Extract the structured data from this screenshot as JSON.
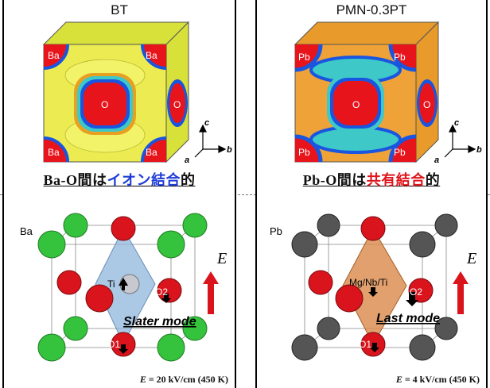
{
  "left": {
    "title": "BT",
    "cube_labels": [
      "Ba",
      "Ba",
      "Ba",
      "Ba",
      "O",
      "O"
    ],
    "caption": {
      "a": "Ba-O間は",
      "b": "イオン結合",
      "c": "的"
    },
    "site_label": "Ba",
    "ti_label": "Ti",
    "o1_label": "O1",
    "o2_label": "O2",
    "mode_label": "Slater mode",
    "field_italic": "E",
    "field_value": " = 20 kV/cm (450 K)"
  },
  "right": {
    "title": "PMN-0.3PT",
    "cube_labels": [
      "Pb",
      "Pb",
      "Pb",
      "Pb",
      "O",
      "O"
    ],
    "caption": {
      "a": "Pb-O間は",
      "b": "共有結合",
      "c": "的"
    },
    "site_label": "Pb",
    "ti_label": "Mg/Nb/Ti",
    "o1_label": "O1",
    "o2_label": "O2",
    "mode_label": "Last mode",
    "field_italic": "E",
    "field_value": " = 4 kV/cm (450 K)"
  },
  "axes": {
    "c": "c",
    "b": "b",
    "a": "a"
  },
  "field_symbol": "E",
  "colors": {
    "contour_red": "#e8141c",
    "contour_blue": "#1a55e0",
    "contour_yellow": "#efef4a",
    "green_atom": "#35c23c",
    "red_atom": "#d9141c",
    "gray_atom": "#555555",
    "blue_octahedron": "#8fb5dc",
    "orange_octahedron": "#d9884a"
  }
}
